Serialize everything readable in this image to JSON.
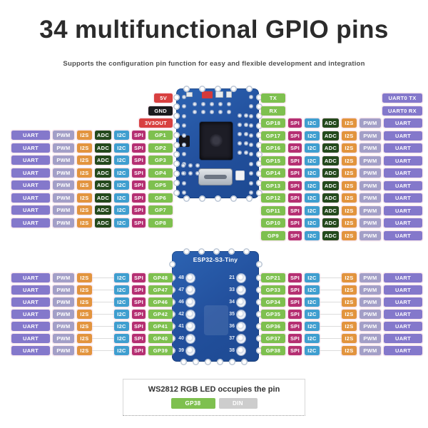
{
  "header": {
    "title": "34 multifunctional GPIO pins",
    "subtitle": "Supports the configuration pin function for easy and flexible development and integration"
  },
  "colors": {
    "uart": "#8478cb",
    "pwm": "#a39fc7",
    "i2s": "#e2943e",
    "adc": "#24491c",
    "i2c": "#3f9ecf",
    "spi": "#b52f72",
    "gp": "#7ec04f",
    "power": "#d84040",
    "gnd": "#1b1b1e",
    "gray": "#cdcdcd"
  },
  "top_section": {
    "left_power": [
      {
        "label": "5V",
        "type": "power"
      },
      {
        "label": "GND",
        "type": "gnd"
      },
      {
        "label": "3V3OUT",
        "type": "power"
      }
    ],
    "right_power": [
      {
        "pin": "TX",
        "func": "UART0 TX"
      },
      {
        "pin": "RX",
        "func": "UART0 RX"
      }
    ],
    "left_funcs": [
      "UART",
      "PWM",
      "I2S",
      "ADC",
      "I2C",
      "SPI"
    ],
    "left_gps": [
      "GP1",
      "GP2",
      "GP3",
      "GP4",
      "GP5",
      "GP6",
      "GP7",
      "GP8"
    ],
    "right_funcs": [
      "SPI",
      "I2C",
      "ADC",
      "I2S",
      "PWM",
      "UART"
    ],
    "right_gps": [
      "GP18",
      "GP17",
      "GP16",
      "GP15",
      "GP14",
      "GP13",
      "GP12",
      "GP11",
      "GP10",
      "GP9"
    ]
  },
  "bottom_section": {
    "board_label": "ESP32-S3-Tiny",
    "left_funcs_outer": [
      "UART",
      "PWM",
      "I2S"
    ],
    "left_funcs_inner": [
      "I2C",
      "SPI"
    ],
    "left_gps": [
      "GP48",
      "GP47",
      "GP46",
      "GP42",
      "GP41",
      "GP40",
      "GP39"
    ],
    "right_funcs_inner": [
      "SPI",
      "I2C"
    ],
    "right_funcs_outer": [
      "I2S",
      "PWM",
      "UART"
    ],
    "right_gps": [
      "GP21",
      "GP33",
      "GP34",
      "GP35",
      "GP36",
      "GP37",
      "GP38"
    ],
    "left_pad_numbers": [
      "48",
      "47",
      "46",
      "42",
      "41",
      "40",
      "39"
    ],
    "right_pad_numbers": [
      "21",
      "33",
      "34",
      "35",
      "36",
      "37",
      "38"
    ]
  },
  "ws2812_note": {
    "text": "WS2812 RGB LED occupies the pin",
    "pins": [
      {
        "label": "GP38",
        "type": "gp"
      },
      {
        "label": "DIN",
        "type": "gray"
      }
    ]
  }
}
